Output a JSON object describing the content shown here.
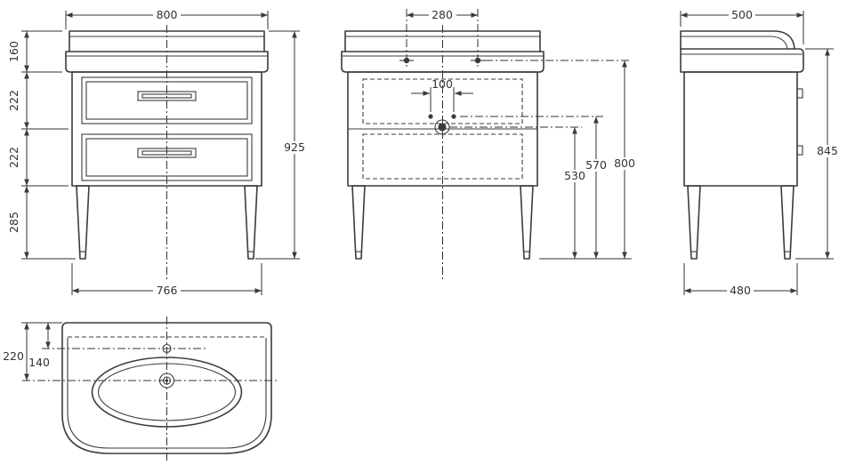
{
  "colors": {
    "line": "#3b3b3b",
    "dim": "#333333",
    "bg": "#ffffff"
  },
  "front_view": {
    "width_top": "800",
    "seg_backsplash": "160",
    "seg_drawer1": "222",
    "seg_drawer2": "222",
    "seg_legs": "285",
    "height_total": "925",
    "width_bottom": "766"
  },
  "mounting_view": {
    "mount_spacing": "280",
    "tap_spacing": "100",
    "drain_height": "530",
    "tap_height": "570",
    "mount_height": "800"
  },
  "side_view": {
    "depth_top": "500",
    "height_back": "845",
    "depth_bottom": "480"
  },
  "basin_view": {
    "drain_offset": "220",
    "tap_offset": "140"
  }
}
